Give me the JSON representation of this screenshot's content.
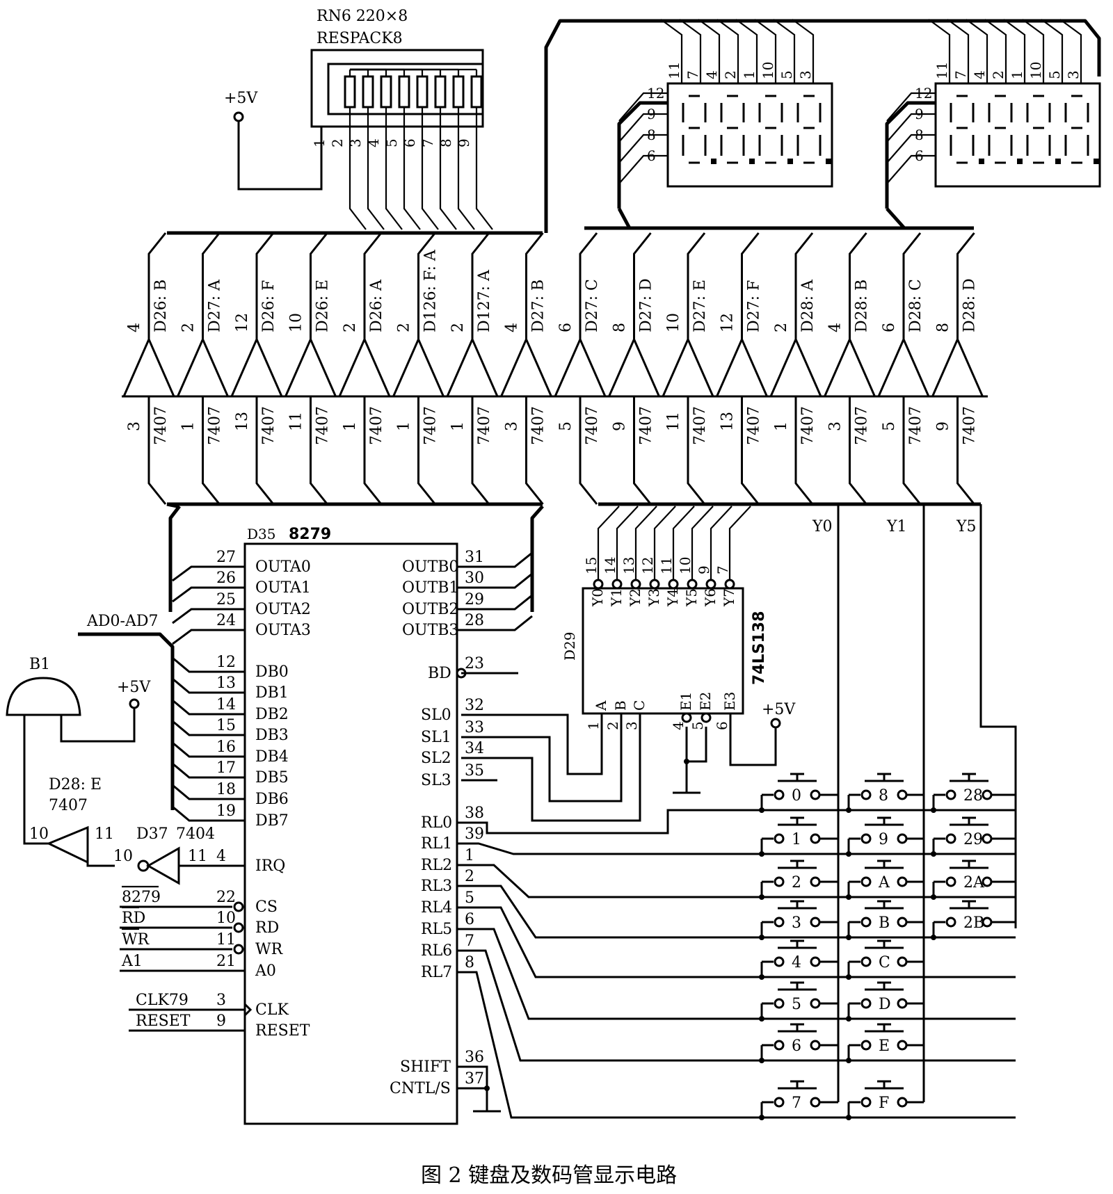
{
  "caption": "图 2  键盘及数码管显示电路",
  "resistor_pack": {
    "line1": "RN6  220×8",
    "line2": "RESPACK8",
    "pins": [
      "1",
      "2",
      "3",
      "4",
      "5",
      "6",
      "7",
      "8",
      "9"
    ],
    "supply": "+5V"
  },
  "displays": {
    "top_pins": [
      "11",
      "7",
      "4",
      "2",
      "1",
      "10",
      "5",
      "3"
    ],
    "side_pins": [
      "12",
      "9",
      "8",
      "6"
    ]
  },
  "buffers": [
    {
      "out_pin": "4",
      "name": "D26: B",
      "in_pin": "3",
      "type": "7407"
    },
    {
      "out_pin": "2",
      "name": "D27: A",
      "in_pin": "1",
      "type": "7407"
    },
    {
      "out_pin": "12",
      "name": "D26: F",
      "in_pin": "13",
      "type": "7407"
    },
    {
      "out_pin": "10",
      "name": "D26: E",
      "in_pin": "11",
      "type": "7407"
    },
    {
      "out_pin": "2",
      "name": "D26: A",
      "in_pin": "1",
      "type": "7407"
    },
    {
      "out_pin": "2",
      "name": "D126: F: A",
      "in_pin": "1",
      "type": "7407"
    },
    {
      "out_pin": "2",
      "name": "D127: A",
      "in_pin": "1",
      "type": "7407"
    },
    {
      "out_pin": "4",
      "name": "D27: B",
      "in_pin": "3",
      "type": "7407"
    },
    {
      "out_pin": "6",
      "name": "D27: C",
      "in_pin": "5",
      "type": "7407"
    },
    {
      "out_pin": "8",
      "name": "D27: D",
      "in_pin": "9",
      "type": "7407"
    },
    {
      "out_pin": "10",
      "name": "D27: E",
      "in_pin": "11",
      "type": "7407"
    },
    {
      "out_pin": "12",
      "name": "D27: F",
      "in_pin": "13",
      "type": "7407"
    },
    {
      "out_pin": "2",
      "name": "D28: A",
      "in_pin": "1",
      "type": "7407"
    },
    {
      "out_pin": "4",
      "name": "D28: B",
      "in_pin": "3",
      "type": "7407"
    },
    {
      "out_pin": "6",
      "name": "D28: C",
      "in_pin": "5",
      "type": "7407"
    },
    {
      "out_pin": "8",
      "name": "D28: D",
      "in_pin": "9",
      "type": "7407"
    }
  ],
  "chip_8279": {
    "ref": "D35",
    "part": "8279",
    "left_pins": [
      {
        "num": "27",
        "name": "OUTA0"
      },
      {
        "num": "26",
        "name": "OUTA1"
      },
      {
        "num": "25",
        "name": "OUTA2"
      },
      {
        "num": "24",
        "name": "OUTA3"
      },
      {
        "num": "12",
        "name": "DB0"
      },
      {
        "num": "13",
        "name": "DB1"
      },
      {
        "num": "14",
        "name": "DB2"
      },
      {
        "num": "15",
        "name": "DB3"
      },
      {
        "num": "16",
        "name": "DB4"
      },
      {
        "num": "17",
        "name": "DB5"
      },
      {
        "num": "18",
        "name": "DB6"
      },
      {
        "num": "19",
        "name": "DB7"
      },
      {
        "num": "4",
        "name": "IRQ"
      },
      {
        "num": "22",
        "name": "CS"
      },
      {
        "num": "10",
        "name": "RD"
      },
      {
        "num": "11",
        "name": "WR"
      },
      {
        "num": "21",
        "name": "A0"
      },
      {
        "num": "3",
        "name": "CLK"
      },
      {
        "num": "9",
        "name": "RESET"
      }
    ],
    "right_pins": [
      {
        "num": "31",
        "name": "OUTB0"
      },
      {
        "num": "30",
        "name": "OUTB1"
      },
      {
        "num": "29",
        "name": "OUTB2"
      },
      {
        "num": "28",
        "name": "OUTB3"
      },
      {
        "num": "23",
        "name": "BD"
      },
      {
        "num": "32",
        "name": "SL0"
      },
      {
        "num": "33",
        "name": "SL1"
      },
      {
        "num": "34",
        "name": "SL2"
      },
      {
        "num": "35",
        "name": "SL3"
      },
      {
        "num": "38",
        "name": "RL0"
      },
      {
        "num": "39",
        "name": "RL1"
      },
      {
        "num": "1",
        "name": "RL2"
      },
      {
        "num": "2",
        "name": "RL3"
      },
      {
        "num": "5",
        "name": "RL4"
      },
      {
        "num": "6",
        "name": "RL5"
      },
      {
        "num": "7",
        "name": "RL6"
      },
      {
        "num": "8",
        "name": "RL7"
      },
      {
        "num": "36",
        "name": "SHIFT"
      },
      {
        "num": "37",
        "name": "CNTL/S"
      }
    ],
    "signals": {
      "bus": "AD0-AD7",
      "cs": "8279",
      "rd": "RD",
      "wr": "WR",
      "a1": "A1",
      "clk": "CLK79",
      "reset": "RESET"
    }
  },
  "decoder": {
    "ref": "D29",
    "part": "74LS138",
    "outputs": [
      "Y0",
      "Y1",
      "Y2",
      "Y3",
      "Y4",
      "Y5",
      "Y6",
      "Y7"
    ],
    "out_pins": [
      "15",
      "14",
      "13",
      "12",
      "11",
      "10",
      "9",
      "7"
    ],
    "inputs": [
      "A",
      "B",
      "C",
      "E1",
      "E2",
      "E3"
    ],
    "in_pins": [
      "1",
      "2",
      "3",
      "4",
      "5",
      "6"
    ],
    "supply": "+5V"
  },
  "column_lines": [
    "Y0",
    "Y1",
    "Y5"
  ],
  "keys": {
    "col1": [
      "0",
      "1",
      "2",
      "3",
      "4",
      "5",
      "6",
      "7"
    ],
    "col2": [
      "8",
      "9",
      "A",
      "B",
      "C",
      "D",
      "E",
      "F"
    ],
    "col3": [
      "28",
      "29",
      "2A",
      "2B"
    ]
  },
  "buzzer": {
    "ref": "B1",
    "supply": "+5V",
    "gate1_name": "D28: E",
    "gate1_type": "7407",
    "gate1_out": "10",
    "gate1_in": "11",
    "gate2_name": "D37",
    "gate2_type": "7404",
    "gate2_out": "10",
    "gate2_in": "11"
  }
}
